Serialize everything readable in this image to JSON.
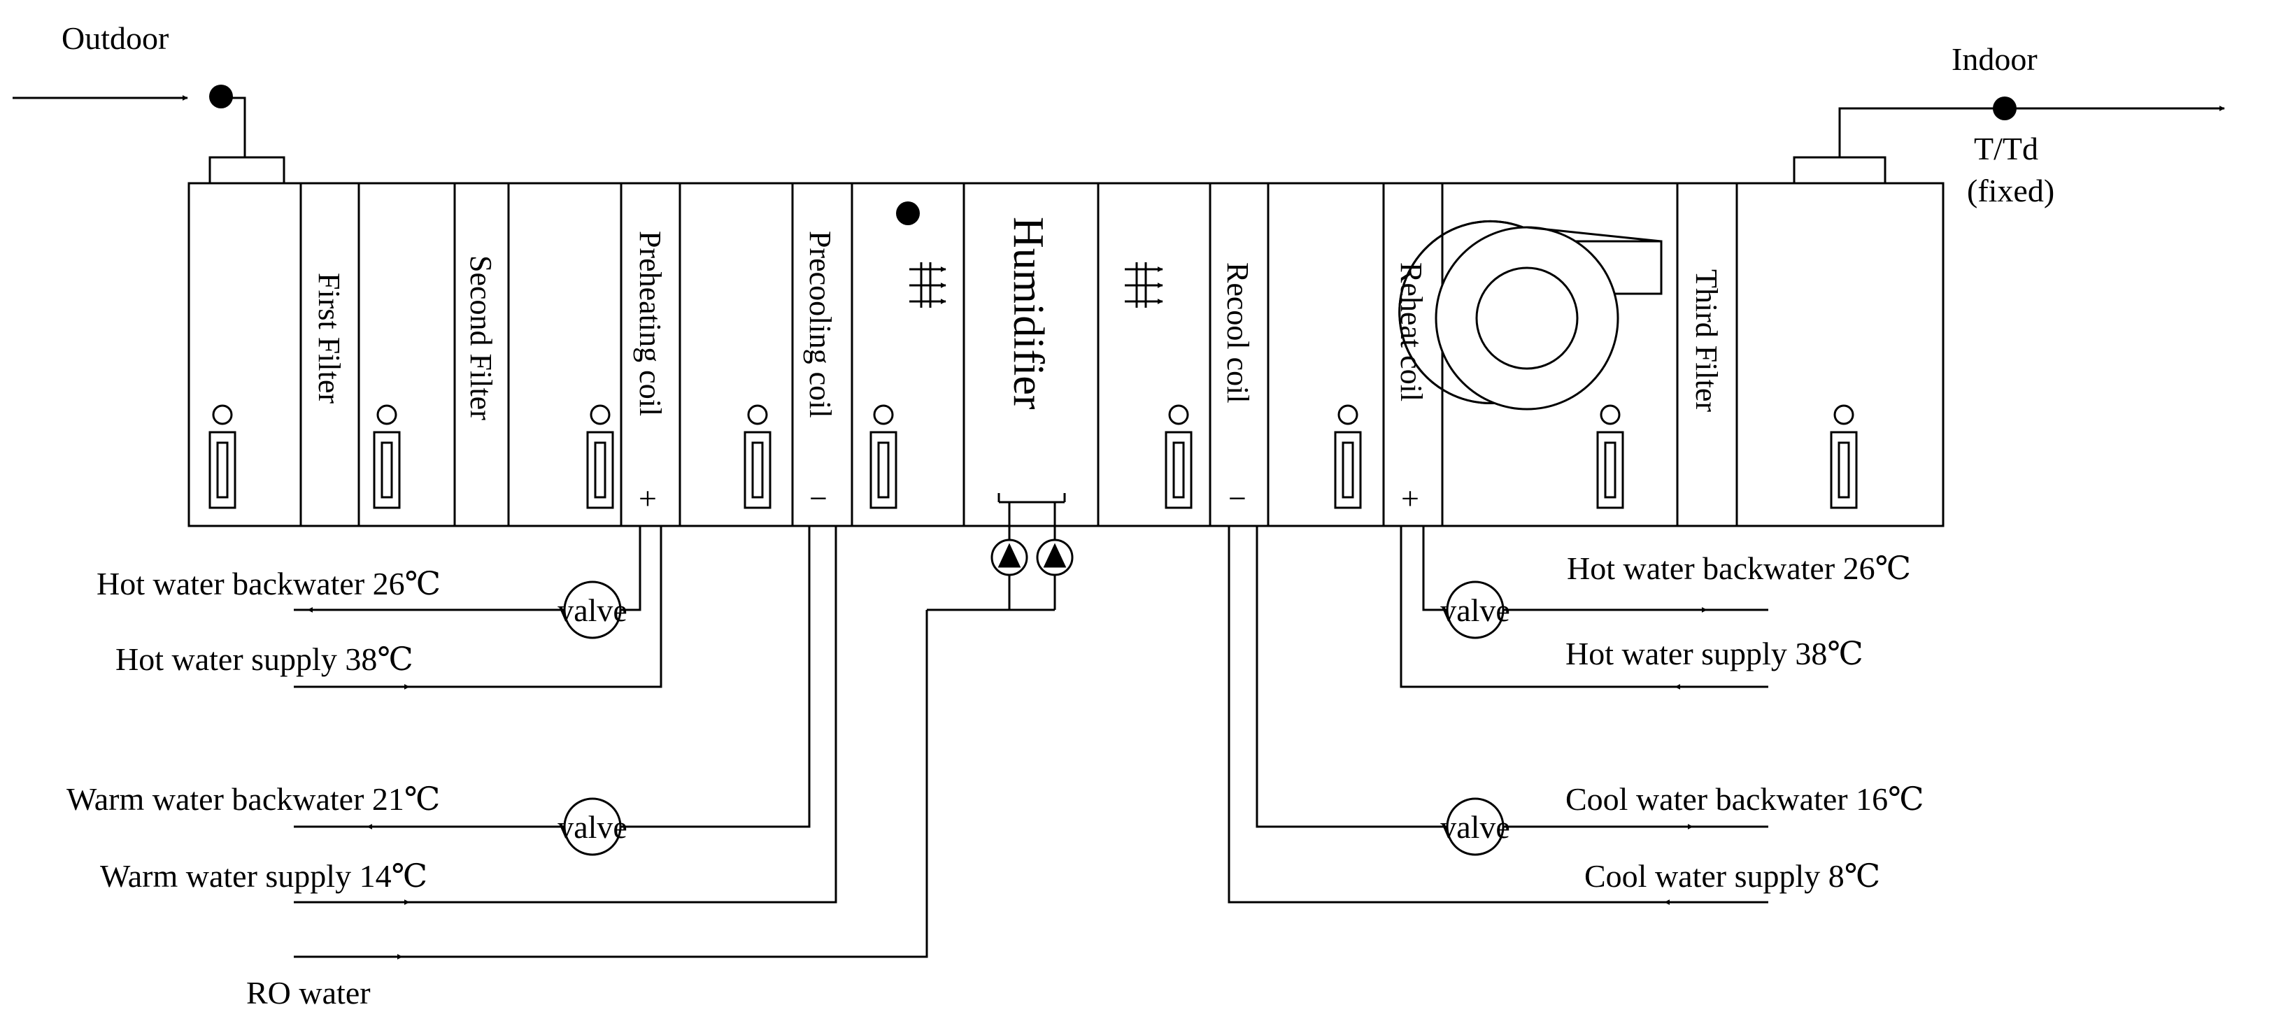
{
  "diagram": {
    "outdoor_label": "Outdoor",
    "indoor_label": "Indoor",
    "indoor_sensor_line1": "T/Td",
    "indoor_sensor_line2": "(fixed)",
    "sections": {
      "first_filter": "First Filter",
      "second_filter": "Second Filter",
      "preheating_coil": "Preheating coil",
      "precooling_coil": "Precooling coil",
      "humidifier": "Humidifier",
      "recool_coil": "Recool coil",
      "reheat_coil": "Reheat coil",
      "third_filter": "Third Filter"
    },
    "signs": {
      "preheating": "+",
      "precooling": "−",
      "recool": "−",
      "reheat": "+"
    },
    "valve_label": "valve",
    "pipes": {
      "preheat_backwater": "Hot water backwater 26℃",
      "preheat_supply": "Hot water supply 38℃",
      "precool_backwater": "Warm water backwater 21℃",
      "precool_supply": "Warm water supply 14℃",
      "ro_water": "RO water",
      "reheat_backwater": "Hot water backwater 26℃",
      "reheat_supply": "Hot water supply 38℃",
      "recool_backwater": "Cool water backwater 16℃",
      "recool_supply": "Cool water supply 8℃"
    }
  }
}
